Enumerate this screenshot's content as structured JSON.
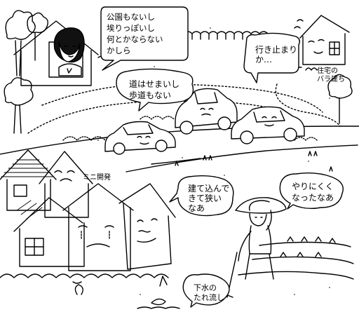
{
  "colors": {
    "ink": "#000000",
    "paper": "#ffffff",
    "road": "#f2f2f2"
  },
  "bubbles": {
    "woman": "公園もないし\n埃りっぽいし\n何とかならない\nかしら",
    "dead_end": "行き止まり\nか…",
    "road": "道はせまいし\n歩道もない",
    "cramped": "建て込んで\nきて狭い\nなあ",
    "farmer": "やりにくく\nなったなあ",
    "sewage": "下水の\nたれ流し"
  },
  "labels": {
    "scattered_houses": "住宅の\nバラ建ち",
    "mini_development": "ミニ開発"
  },
  "icons": {
    "woman": "woman-in-window-icon",
    "house_right": "sad-house-icon",
    "cars": "car-icon",
    "farmer": "farmer-with-hoe-icon",
    "houses_cluster": "crying-houses-icon",
    "trees": "tree-icon"
  }
}
